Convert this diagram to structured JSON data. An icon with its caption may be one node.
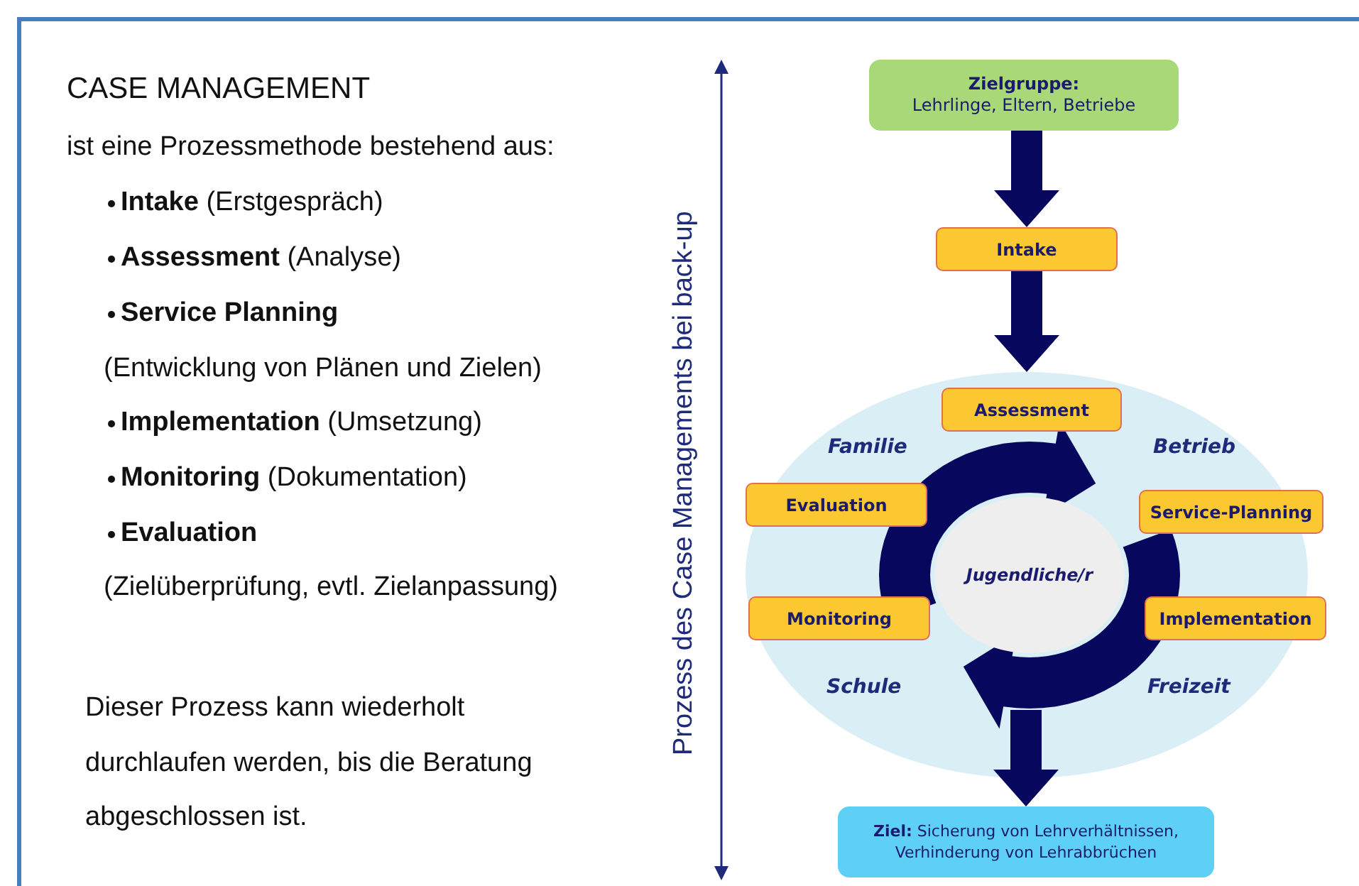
{
  "diagram": {
    "title": "CASE MANAGEMENT",
    "nodes": [
      {
        "text": [
          "Zielgruppe:",
          "Lehrlinge, Eltern, Betriebe"
        ]
      },
      {
        "text": [
          "Intake"
        ]
      },
      {
        "text": [
          "Familie",
          "Betrieb",
          "Schule",
          "Freizeit"
        ]
      },
      {
        "text": [
          "Assessment"
        ],
        "in": 2
      },
      {
        "text": [
          "Evaluation"
        ],
        "in": 2
      },
      {
        "text": [
          "Service-Planning"
        ],
        "in": 2
      },
      {
        "text": [
          "Jugendliche/r"
        ],
        "in": 2
      },
      {
        "text": [
          "Monitoring"
        ],
        "in": 2
      },
      {
        "text": [
          "Implementation"
        ],
        "in": 2
      },
      {
        "text": [
          "**Ziel:** Sicherung von Lehrverhältnissen, Verhinderung von Lehrabbrüchen"
        ]
      }
    ],
    "edges": [
      {
        "from": 0,
        "to": 1,
        "arrow": "to"
      },
      {
        "from": 1,
        "to": 2,
        "arrow": "to"
      },
      {
        "from": 2,
        "to": 9,
        "arrow": "to"
      }
    ],
    "labels": [
      "ist eine Prozessmethode bestehend aus:",
      "**Intake** (Erstgespräch)",
      "**Assessment** (Analyse)",
      "**Service Planning**",
      "(Entwicklung von Plänen und Zielen)",
      "**Implementation** (Umsetzung)",
      "**Monitoring** (Dokumentation)",
      "**Evaluation**",
      "(Zielüberprüfung, evtl. Zielanpassung)",
      "Dieser Prozess kann wiederholt durchlaufen werden, bis die Beratung abgeschlossen ist.",
      "Prozess des Case Managements bei back-up"
    ]
  }
}
